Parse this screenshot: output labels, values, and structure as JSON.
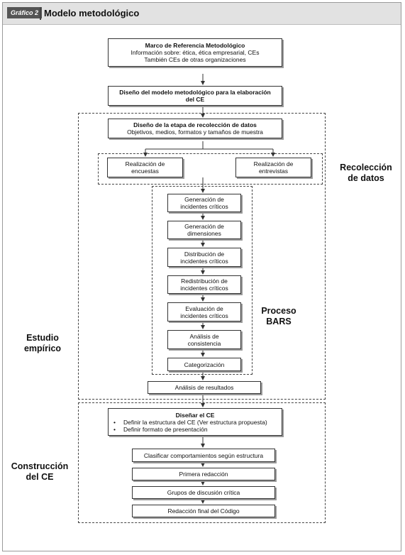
{
  "header": {
    "tag": "Gráfico 2",
    "title": "Modelo metodológico"
  },
  "nodes": {
    "marco": {
      "title": "Marco de Referencia Metodológico",
      "line1": "Información sobre: ética, ética empresarial, CEs",
      "line2": "También CEs de otras organizaciones"
    },
    "diseno_modelo": {
      "line1": "Diseño del modelo metodológico para la elaboración",
      "line2": "del CE"
    },
    "diseno_etapa": {
      "title": "Diseño de la etapa de recolección de datos",
      "line1": "Objetivos, medios, formatos y tamaños de muestra"
    },
    "encuestas": {
      "line1": "Realización de",
      "line2": "encuestas"
    },
    "entrevistas": {
      "line1": "Realización de",
      "line2": "entrevistas"
    },
    "bars_steps": [
      {
        "line1": "Generación de",
        "line2": "incidentes críticos"
      },
      {
        "line1": "Generación de",
        "line2": "dimensiones"
      },
      {
        "line1": "Distribución de",
        "line2": "incidentes críticos"
      },
      {
        "line1": "Redistribución de",
        "line2": "incidentes críticos"
      },
      {
        "line1": "Evaluación de",
        "line2": "incidentes críticos"
      },
      {
        "line1": "Análisis de",
        "line2": "consistencia"
      },
      {
        "line1": "Categorización",
        "line2": ""
      }
    ],
    "analisis": "Análisis de resultados",
    "disenar": {
      "title": "Diseñar el CE",
      "bullet1": "Definir la estructura del CE (Ver estructura propuesta)",
      "bullet2": "Definir formato de presentación"
    },
    "clasificar": "Clasificar comportamientos según estructura",
    "primera": "Primera redacción",
    "grupos": "Grupos de discusión crítica",
    "final": "Redacción final del Código"
  },
  "sections": {
    "recoleccion": {
      "line1": "Recolección",
      "line2": "de datos"
    },
    "bars": {
      "line1": "Proceso",
      "line2": "BARS"
    },
    "estudio": {
      "line1": "Estudio",
      "line2": "empírico"
    },
    "construccion": {
      "line1": "Construcción",
      "line2": "del CE"
    }
  },
  "colors": {
    "header_bg": "#e2e2e2",
    "tag_bg": "#555555",
    "border": "#333333",
    "shadow": "#9a9a9a"
  }
}
